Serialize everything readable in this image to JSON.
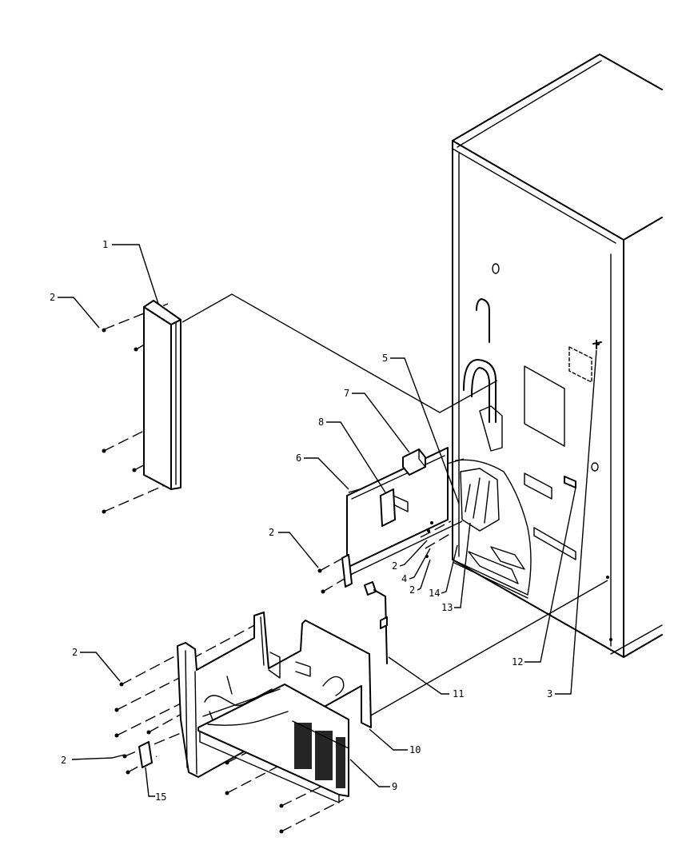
{
  "diagram": {
    "callouts": {
      "c1": "1",
      "c2a": "2",
      "c2b": "2",
      "c2c": "2",
      "c2d": "2",
      "c2e": "2",
      "c2f": "2",
      "c3": "3",
      "c4": "4",
      "c5": "5",
      "c6": "6",
      "c7": "7",
      "c8": "8",
      "c9": "9",
      "c10": "10",
      "c11": "11",
      "c12": "12",
      "c13": "13",
      "c14": "14",
      "c15": "15"
    }
  }
}
